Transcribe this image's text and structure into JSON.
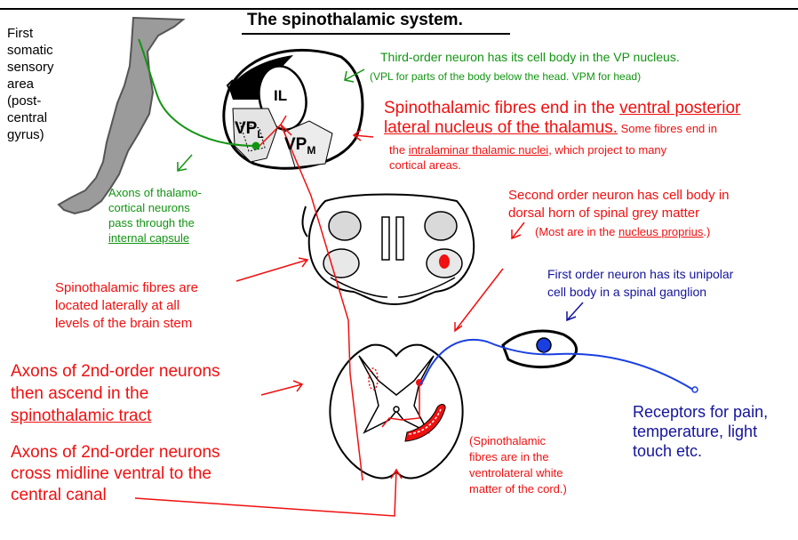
{
  "title": "The spinothalamic system.",
  "colors": {
    "red": "#f01010",
    "green": "#129412",
    "blue": "#14149c",
    "black": "#000000"
  },
  "cortex_label": [
    "First",
    "somatic",
    "sensory",
    "area",
    "(post-",
    "central",
    "gyrus)"
  ],
  "thalamus_labels": {
    "il": "IL",
    "vpl": "VP",
    "vpl_sub": "L",
    "vpm": "VP",
    "vpm_sub": "M"
  },
  "third_order": {
    "line1": "Third-order neuron has its cell body in the VP nucleus.",
    "line2": "(VPL for parts of the body below the head.  VPM for head)"
  },
  "thalamus_end": {
    "line1": "Spinothalamic fibres end in the ",
    "line1_u": "ventral posterior",
    "line2_u": "lateral nucleus of the thalamus.",
    "line2_tail": " Some fibres end in",
    "line3_pre": "the ",
    "line3_u": "intralaminar thalamic nuclei",
    "line3_tail": ", which project to many",
    "line4": "cortical areas."
  },
  "thalamocortical": {
    "line1": "Axons of thalamo-",
    "line2": "cortical neurons",
    "line3": "pass through the",
    "line4_u": "internal capsule"
  },
  "second_order": {
    "line1": "Second order neuron has cell body in",
    "line2": "dorsal horn of spinal grey matter",
    "line3_pre": "(Most are in the ",
    "line3_u": "nucleus proprius",
    "line3_tail": ".)"
  },
  "brainstem": {
    "line1": "Spinothalamic fibres are",
    "line2": "located laterally at all",
    "line3": "levels of the brain stem"
  },
  "first_order": {
    "line1": "First order neuron has its unipolar",
    "line2": "cell body in a spinal ganglion"
  },
  "ascend": {
    "line1": "Axons of 2nd-order neurons",
    "line2": "then ascend in the",
    "line3_u": "spinothalamic tract"
  },
  "receptors": {
    "line1": "Receptors for pain,",
    "line2": "temperature, light",
    "line3": "touch  etc."
  },
  "cross": {
    "line1": "Axons of 2nd-order neurons",
    "line2": "cross midline ventral to the",
    "line3": "central canal"
  },
  "cord_note": {
    "line1": "(Spinothalamic",
    "line2": "fibres are in the",
    "line3": "ventrolateral white",
    "line4": "matter of the cord.)"
  }
}
